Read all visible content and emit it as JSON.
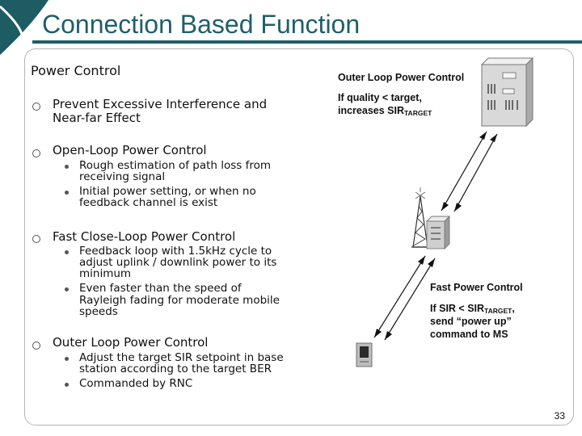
{
  "slide": {
    "title": "Connection Based Function",
    "page_number": "33"
  },
  "left": {
    "heading": "Power Control",
    "bullets": [
      {
        "lines": [
          "Prevent Excessive Interference and",
          "Near-far Effect"
        ],
        "sub": []
      },
      {
        "lines": [
          "Open-Loop Power Control"
        ],
        "sub": [
          {
            "lines": [
              "Rough estimation of path loss from",
              "receiving signal"
            ]
          },
          {
            "lines": [
              "Initial power setting, or when no",
              "feedback channel is exist"
            ]
          }
        ]
      },
      {
        "lines": [
          "Fast Close-Loop Power Control"
        ],
        "sub": [
          {
            "lines": [
              "Feedback loop with 1.5kHz cycle to",
              "adjust uplink / downlink power to its",
              "minimum"
            ]
          },
          {
            "lines": [
              "Even faster than the speed of",
              "Rayleigh fading for moderate mobile",
              "speeds"
            ]
          }
        ]
      },
      {
        "lines": [
          "Outer Loop Power Control"
        ],
        "sub": [
          {
            "lines": [
              "Adjust the target SIR setpoint in base",
              "station according to the target BER"
            ]
          },
          {
            "lines": [
              "Commanded by RNC"
            ]
          }
        ]
      }
    ]
  },
  "diagram": {
    "outer_loop": {
      "title": "Outer Loop Power Control",
      "line1": "If quality < target,",
      "line2_prefix": "increases SIR",
      "line2_sub": "TARGET"
    },
    "fast_control": {
      "title": "Fast Power Control",
      "line1_prefix": "If SIR < SIR",
      "line1_sub": "TARGET",
      "line1_suffix": ",",
      "line2": "send “power up”",
      "line3": "command to MS"
    },
    "icons": [
      "rnc-server-icon",
      "base-station-tower-icon",
      "node-b-cabinet-icon",
      "mobile-phone-icon",
      "double-arrow-icon"
    ]
  }
}
